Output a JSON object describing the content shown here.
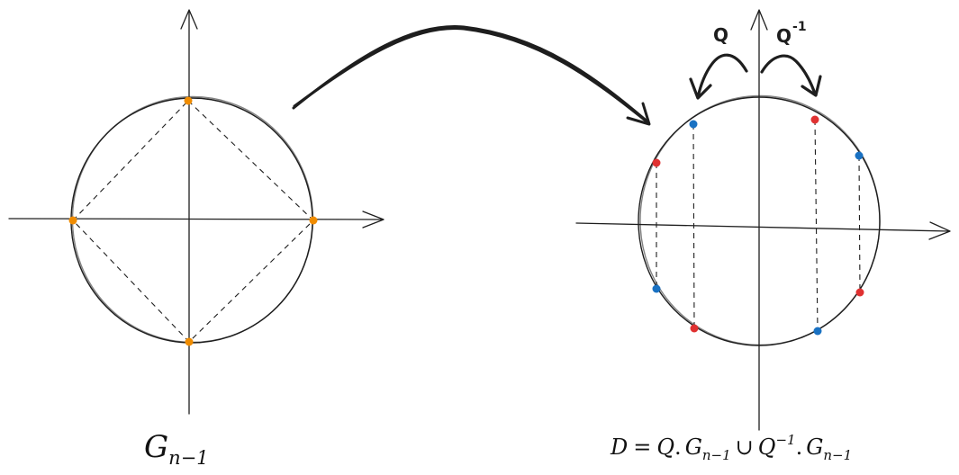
{
  "left_diagram": {
    "label_main": "G",
    "label_sub": "n−1",
    "point_color": "#f08c00"
  },
  "right_diagram": {
    "formula": {
      "lhs": "D",
      "eq": "=",
      "q1": "Q",
      "dot1": ".",
      "g1": "G",
      "g1_sub": "n−1",
      "union": "∪",
      "q2": "Q",
      "q2_sup": "−1",
      "dot2": ".",
      "g2": "G",
      "g2_sub": "n−1"
    },
    "rotation_labels": {
      "q": "Q",
      "q_inverse": "Q",
      "q_inverse_sup": "-1"
    },
    "red_color": "#e03131",
    "blue_color": "#1971c2"
  },
  "icons": {
    "mapping_arrow": "curved-arrow-icon",
    "rotate_q": "curl-arrow-left-icon",
    "rotate_q_inverse": "curl-arrow-right-icon"
  }
}
